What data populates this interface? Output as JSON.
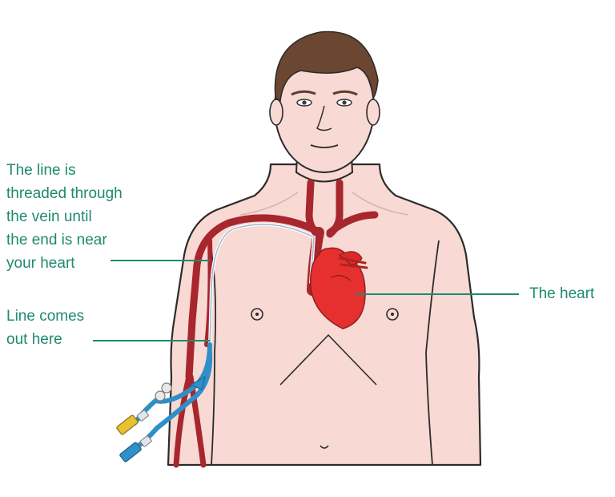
{
  "colors": {
    "label_text": "#1f8a70",
    "leader_line": "#1f8a70",
    "skin": "#f8d9d3",
    "outline": "#2b2b2b",
    "hair": "#6b4630",
    "vein": "#a8262d",
    "heart": "#e6302f",
    "catheter_blue": "#2f8fc8",
    "catheter_yellow": "#e7c12f"
  },
  "labels": {
    "line_threaded": [
      "The line is",
      "threaded through",
      "the vein until",
      "the end is near",
      "your heart"
    ],
    "line_out": [
      "Line comes",
      "out here"
    ],
    "heart": "The heart"
  },
  "icons": {
    "body": "human-torso-illustration",
    "heart": "heart-icon",
    "catheter": "catheter-line-icon"
  }
}
